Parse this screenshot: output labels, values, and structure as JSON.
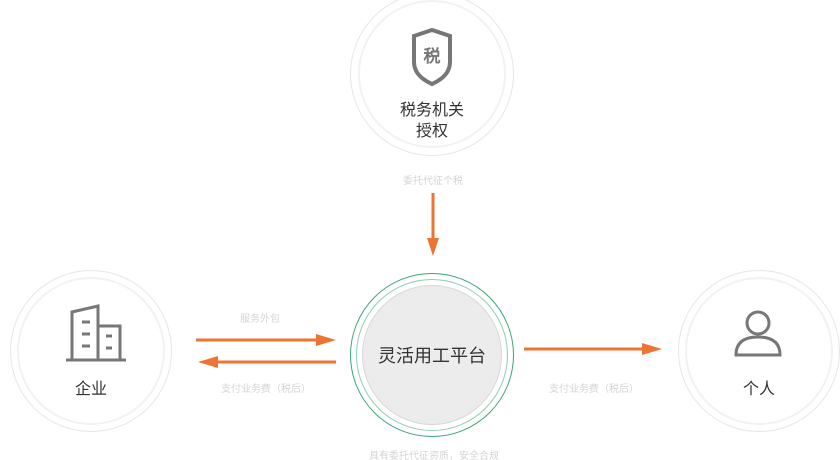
{
  "nodes": {
    "tax": {
      "line1": "税务机关",
      "line2": "授权",
      "icon_char": "税"
    },
    "enterprise": {
      "label": "企业"
    },
    "platform": {
      "label": "灵活用工平台"
    },
    "individual": {
      "label": "个人"
    }
  },
  "edges": {
    "tax_to_platform": "委托代征个税",
    "enterprise_to_platform": "服务外包",
    "platform_to_enterprise": "支付业务费（税后）",
    "platform_to_individual": "支付业务费（税后）"
  },
  "footer_note": "具有委托代征资质，安全合规",
  "colors": {
    "arrow": "#ee7434",
    "platform_ring": "#3aa57a",
    "platform_fill": "#ececec"
  }
}
